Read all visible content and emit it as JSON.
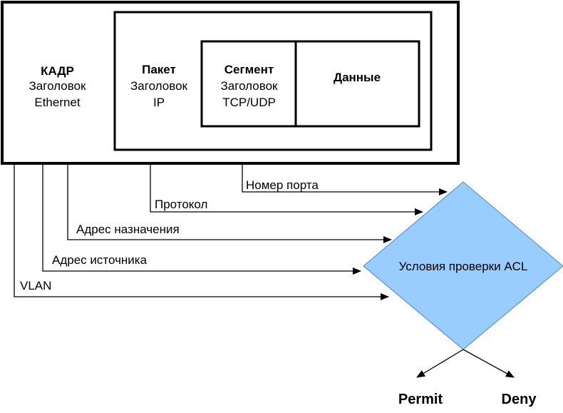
{
  "frame": {
    "title": "КАДР",
    "line1": "Заголовок",
    "line2": "Ethernet"
  },
  "packet": {
    "title": "Пакет",
    "line1": "Заголовок",
    "line2": "IP"
  },
  "segment": {
    "title": "Сегмент",
    "line1": "Заголовок",
    "line2": "TCP/UDP"
  },
  "data_label": "Данные",
  "fields": [
    {
      "label": "Номер порта"
    },
    {
      "label": "Протокол"
    },
    {
      "label": "Адрес назначения"
    },
    {
      "label": "Адрес источника"
    },
    {
      "label": "VLAN"
    }
  ],
  "decision": {
    "label": "Условия проверки ACL",
    "fill": "#99ccff"
  },
  "outcomes": {
    "permit": "Permit",
    "deny": "Deny"
  }
}
